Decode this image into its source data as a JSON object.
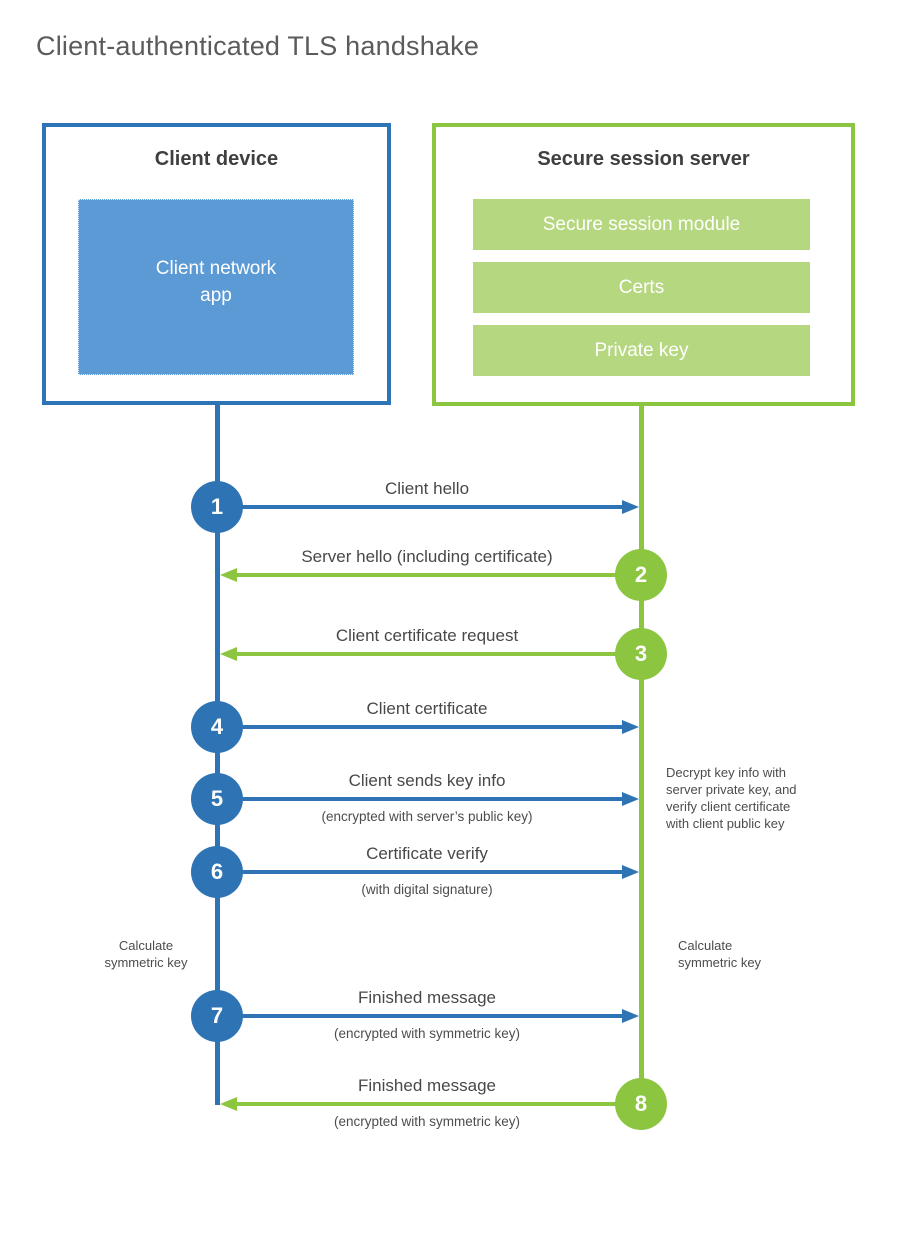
{
  "diagram": {
    "title": "Client-authenticated TLS handshake"
  },
  "colors": {
    "blue": "#2e74b4",
    "blue-light": "#5b9ad4",
    "green": "#8cc640",
    "green-light": "#b5d77f"
  },
  "client": {
    "title": "Client device",
    "app_lines": [
      "Client network",
      "app"
    ]
  },
  "server": {
    "title": "Secure session server",
    "modules": [
      "Secure session module",
      "Certs",
      "Private key"
    ]
  },
  "messages": [
    {
      "num": "1",
      "label": "Client hello",
      "sublabel": "",
      "direction": "right"
    },
    {
      "num": "2",
      "label": "Server hello (including certificate)",
      "sublabel": "",
      "direction": "left"
    },
    {
      "num": "3",
      "label": "Client certificate request",
      "sublabel": "",
      "direction": "left"
    },
    {
      "num": "4",
      "label": "Client certificate",
      "sublabel": "",
      "direction": "right"
    },
    {
      "num": "5",
      "label": "Client sends key info",
      "sublabel": "(encrypted with server’s public key)",
      "direction": "right"
    },
    {
      "num": "6",
      "label": "Certificate verify",
      "sublabel": "(with digital signature)",
      "direction": "right"
    },
    {
      "num": "7",
      "label": "Finished message",
      "sublabel": "(encrypted with symmetric key)",
      "direction": "right"
    },
    {
      "num": "8",
      "label": "Finished message",
      "sublabel": "(encrypted with symmetric key)",
      "direction": "left"
    }
  ],
  "annotations": {
    "decrypt_note_lines": [
      "Decrypt key info with",
      "server private key, and",
      "verify client certificate",
      "with client public key"
    ],
    "calc_left_lines": [
      "Calculate",
      "symmetric key"
    ],
    "calc_right_lines": [
      "Calculate",
      "symmetric key"
    ]
  }
}
